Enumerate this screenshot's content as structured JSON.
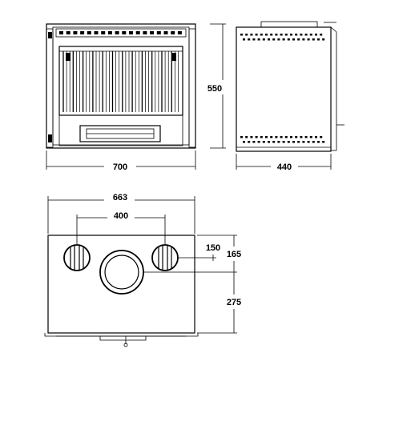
{
  "front_view": {
    "width_label": "700",
    "height_label": "550"
  },
  "side_view": {
    "depth_label": "440"
  },
  "top_view": {
    "width_label": "663",
    "outlet_spacing_label": "400",
    "small_outlet_label": "150",
    "front_offset_label": "165",
    "center_offset_label": "275"
  }
}
